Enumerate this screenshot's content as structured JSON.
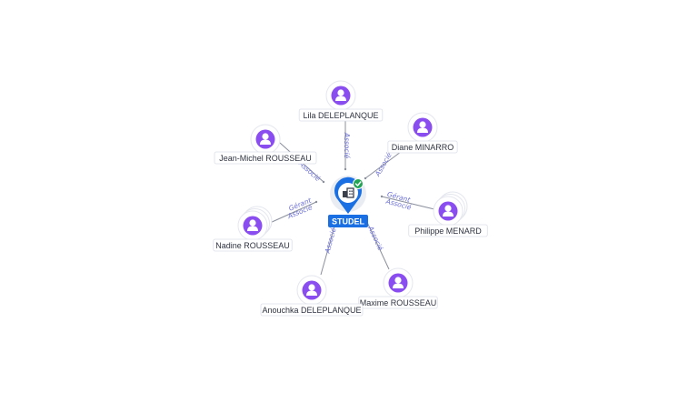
{
  "center": {
    "label": "STUDEL",
    "icon": "building-icon",
    "badge_icon": "check-icon",
    "colors": {
      "pin": "#1a6fe3",
      "badge": "#23a455"
    }
  },
  "people": [
    {
      "id": "lila",
      "name": "Lila DELEPLANQUE",
      "roles": [
        "Associé"
      ]
    },
    {
      "id": "diane",
      "name": "Diane MINARRO",
      "roles": [
        "Associé"
      ]
    },
    {
      "id": "philippe",
      "name": "Philippe MENARD",
      "roles": [
        "Gérant",
        "Associé"
      ],
      "stacked": true
    },
    {
      "id": "maxime",
      "name": "Maxime ROUSSEAU",
      "roles": [
        "Associé"
      ]
    },
    {
      "id": "anouchka",
      "name": "Anouchka DELEPLANQUE",
      "roles": [
        "Associé"
      ]
    },
    {
      "id": "nadine",
      "name": "Nadine ROUSSEAU",
      "roles": [
        "Gérant",
        "Associé"
      ],
      "stacked": true
    },
    {
      "id": "jeanmichel",
      "name": "Jean-Michel ROUSSEAU",
      "roles": [
        "Associé"
      ]
    }
  ],
  "person_icon": "person-icon",
  "colors": {
    "person": "#8a4df0",
    "edge_label": "#6b6fd6"
  }
}
